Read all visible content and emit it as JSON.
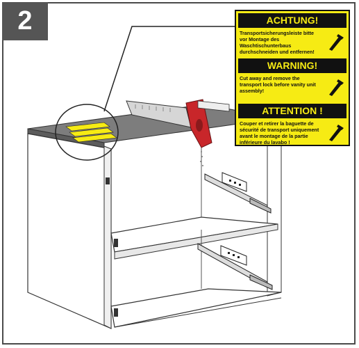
{
  "step": {
    "number": "2"
  },
  "warnings": [
    {
      "heading": "ACHTUNG!",
      "text": "Transportsicherungsleiste bitte vor Montage des Waschtischunterbaus durchschneiden und entfernen!"
    },
    {
      "heading": "WARNING!",
      "text": "Cut away and remove the transport lock before vanity unit assembly!"
    },
    {
      "heading": "ATTENTION !",
      "text": "Couper et retirer la baguette de sécurité de transport uniquement avant le montage de la partie inférieure du lavabo !"
    }
  ],
  "colors": {
    "warning_yellow": "#f6eb14",
    "warning_black": "#111111",
    "saw_handle_red": "#c8262a",
    "badge_grey": "#555555"
  },
  "icons": [
    "saw-icon"
  ]
}
